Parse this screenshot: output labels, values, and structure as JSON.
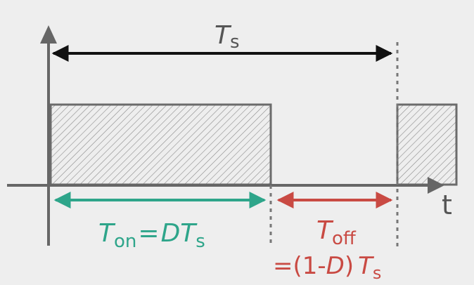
{
  "diagram": {
    "colors": {
      "background": "#eeeeee",
      "axis": "#666666",
      "pulse_stroke": "#6b6b6b",
      "hatch": "#8a8a8a",
      "period_arrow": "#111111",
      "on_color": "#2ea58a",
      "off_color": "#c94a43",
      "text_dark": "#555555"
    },
    "period_label": {
      "main": "T",
      "sub": "s"
    },
    "axis_label": "t",
    "on_label": {
      "t": "T",
      "sub": "on",
      "eq": "=",
      "d": "D",
      "t2": "T",
      "sub2": "s"
    },
    "off_label": {
      "t": "T",
      "sub": "off",
      "line2_pre": "=(1-",
      "d": "D",
      "line2_post": ")",
      "t2": "T",
      "sub2": "s"
    }
  }
}
